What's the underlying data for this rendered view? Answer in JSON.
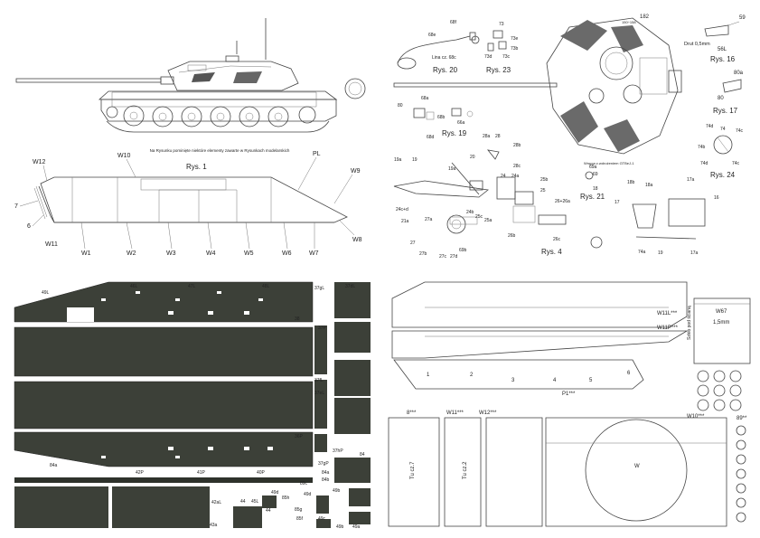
{
  "panel_tl": {
    "caption": "Na Rysunku pominięte niektóre elementy zawarte w Rysunkach modelarskich",
    "rys1": "Rys. 1",
    "labels": [
      "W12",
      "W10",
      "PL",
      "W9",
      "7",
      "6",
      "W11",
      "W1",
      "W2",
      "W3",
      "W4",
      "W5",
      "W6",
      "W7",
      "W8"
    ]
  },
  "panel_tr": {
    "rys20": "Rys. 20",
    "rys23": "Rys. 23",
    "rys16": "Rys. 16",
    "rys17": "Rys. 17",
    "rys19": "Rys. 19",
    "rys24": "Rys. 24",
    "rys21": "Rys. 21",
    "rys4": "Rys. 4",
    "lina": "Lina cz. 68c",
    "drut": "Drut 0,5mm",
    "wnega": "Wnęga z.wdrożeniem GTBeJ-1",
    "part_labels": [
      "68f",
      "68e",
      "73",
      "73e",
      "73b",
      "73d",
      "73c",
      "182",
      "150÷158",
      "59",
      "56L",
      "80a",
      "80",
      "68a",
      "68b",
      "66a",
      "68d",
      "68",
      "28a",
      "28",
      "28b",
      "28c",
      "19a",
      "19",
      "20",
      "24c+d",
      "24",
      "24a",
      "25b",
      "25",
      "24b",
      "25c",
      "25a",
      "26+26a",
      "26b",
      "26c",
      "21a",
      "27a",
      "27",
      "27b",
      "27c",
      "27d",
      "69b",
      "69a",
      "69",
      "18",
      "18a",
      "18b",
      "17",
      "17a",
      "16",
      "74a",
      "74d",
      "74",
      "74b",
      "74c"
    ]
  },
  "panel_bl": {
    "labels": [
      "49L",
      "46L",
      "47L",
      "48L",
      "37gL",
      "37dL",
      "38",
      "43L",
      "37P",
      "37fL",
      "37eL",
      "36P",
      "42L",
      "43P",
      "42P",
      "41P",
      "40P",
      "37hP",
      "37gP",
      "84",
      "84a",
      "84b",
      "44",
      "45L",
      "44",
      "49d",
      "85h",
      "49d",
      "89c",
      "49b",
      "85g",
      "85f",
      "85f",
      "103b",
      "49c",
      "49a",
      "42aL",
      "43a",
      "49b",
      "49a"
    ]
  },
  "panel_br": {
    "labels": [
      "W11L***",
      "W11P***",
      "W67",
      "1,5mm",
      "1",
      "2",
      "3",
      "4",
      "5",
      "6",
      "P1***",
      "8***",
      "W11***",
      "W12***",
      "W10***",
      "89**",
      "W",
      "Tu cz.7",
      "Tu cz.2",
      "Szkło pod ścianą"
    ],
    "units": "1,5mm"
  }
}
